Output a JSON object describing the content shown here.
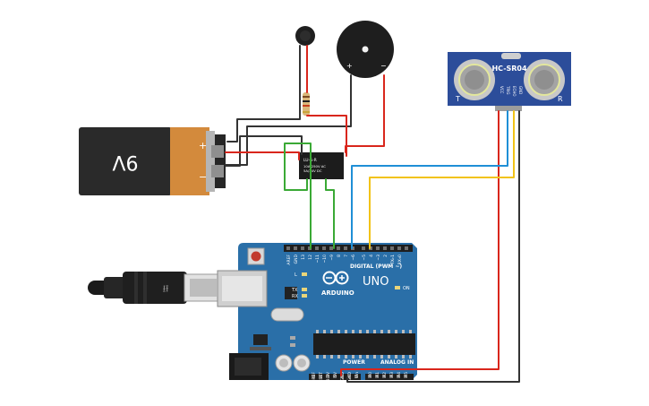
{
  "battery": {
    "label": "9V",
    "plus": "+",
    "minus": "−"
  },
  "buzzer": {
    "plus": "+",
    "minus": "−"
  },
  "relay": {
    "line1": "LU-5-R",
    "line2": "10A/250V AC",
    "line3": "5A/24V DC"
  },
  "sensor": {
    "model": "HC-SR04",
    "pins": [
      "VCC",
      "TRIG",
      "ECHO",
      "GND"
    ],
    "left_mark": "T",
    "right_mark": "R"
  },
  "arduino": {
    "brand": "ARDUINO",
    "model": "UNO",
    "on_label": "ON",
    "l_label": "L",
    "tx_label": "TX",
    "rx_label": "RX",
    "digital_label": "DIGITAL (PWM ~)",
    "power_label": "POWER",
    "analog_label": "ANALOG IN",
    "top_pins": [
      "AREF",
      "GND",
      "13",
      "12",
      "~11",
      "~10",
      "~9",
      "8",
      "7",
      "~6",
      "~5",
      "4",
      "~3",
      "2",
      "TX▹1",
      "RX◃0"
    ],
    "power_pins": [
      "IOREF",
      "RESET",
      "3.3V",
      "5V",
      "GND",
      "GND",
      "Vin"
    ],
    "analog_pins": [
      "A0",
      "A1",
      "A2",
      "A3",
      "A4",
      "A5"
    ]
  },
  "colors": {
    "board": "#2a6fa8",
    "wire_red": "#d9261c",
    "wire_black": "#333333",
    "wire_green": "#3aa935",
    "wire_blue": "#1f8fd6",
    "wire_yellow": "#f2c318",
    "sensor_board": "#2c4d9a",
    "battery_orange": "#d38a3c"
  }
}
